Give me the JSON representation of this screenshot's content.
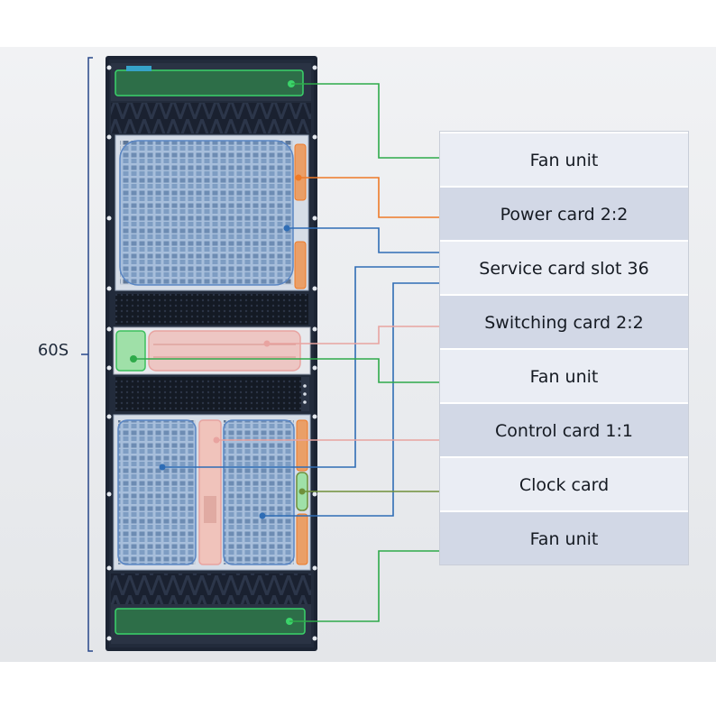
{
  "rack": {
    "size_label": "60S"
  },
  "labels": [
    {
      "text": "Fan unit",
      "line_color": "#2eaa4a"
    },
    {
      "text": "Power card 2:2",
      "line_color": "#ee7a28"
    },
    {
      "text": "Service card slot 36",
      "line_color": "#2f6db5"
    },
    {
      "text": "Switching card 2:2",
      "line_color": "#e8a3a0"
    },
    {
      "text": "Fan unit",
      "line_color": "#2eaa4a"
    },
    {
      "text": "Control card 1:1",
      "line_color": "#e8a3a0"
    },
    {
      "text": "Clock card",
      "line_color": "#6f8f3a"
    },
    {
      "text": "Fan unit",
      "line_color": "#2eaa4a"
    }
  ],
  "colors": {
    "rack_frame": "#1c2433",
    "service_highlight": "#7fa6d8",
    "switch_highlight": "#f0b7b0",
    "fan_highlight": "#3bbf5c",
    "power_highlight": "#f08a3c"
  }
}
